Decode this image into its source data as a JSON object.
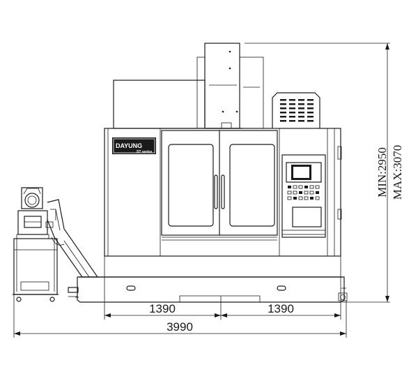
{
  "dimensions": {
    "left_half": "1390",
    "right_half": "1390",
    "total_width": "3990",
    "height_min": "MIN:2950",
    "height_max": "MAX:3070"
  },
  "machine": {
    "brand": "DAYUNG",
    "series": "ST series"
  }
}
